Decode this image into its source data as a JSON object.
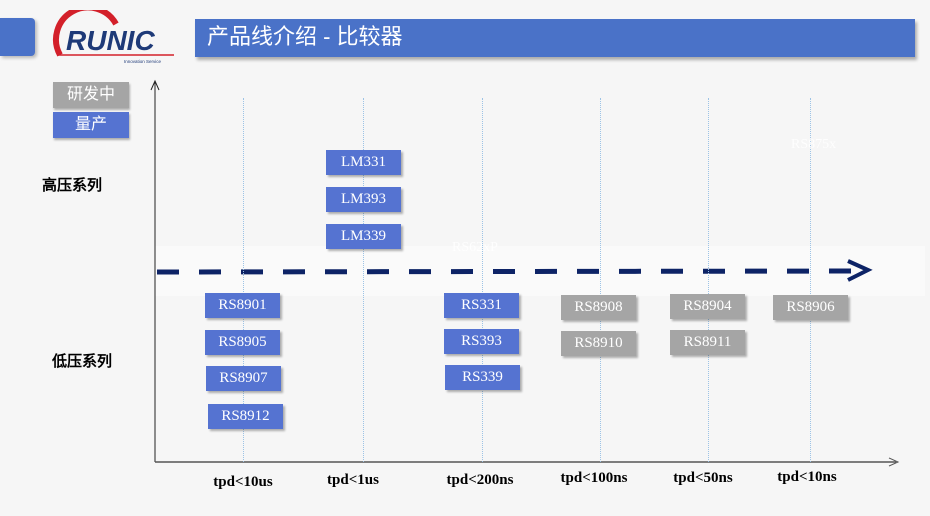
{
  "header": {
    "title": "产品线介绍 - 比较器",
    "logo_text": "RUNIC",
    "logo_tagline": "Innovation Service"
  },
  "legend": {
    "developing": "研发中",
    "production": "量产",
    "colors": {
      "developing": "#a5a5a5",
      "production": "#5573d1"
    }
  },
  "rows": {
    "high": "高压系列",
    "low": "低压系列"
  },
  "categories": [
    "tpd<10us",
    "tpd<1us",
    "tpd<200ns",
    "tpd<100ns",
    "tpd<50ns",
    "tpd<10ns"
  ],
  "parts": {
    "c0": [
      "RS8901",
      "RS8905",
      "RS8907",
      "RS8912"
    ],
    "c1": [
      "LM331",
      "LM393",
      "LM339"
    ],
    "c2": [
      "RS331",
      "RS393",
      "RS339"
    ],
    "c3": [
      "RS8908",
      "RS8910"
    ],
    "c4": [
      "RS8904",
      "RS8911"
    ],
    "c5": [
      "RS8906"
    ]
  },
  "ghost_labels": [
    "RS62xP",
    "RS875x"
  ],
  "colors": {
    "accent": "#4a72c8",
    "arrow": "#0d2366"
  }
}
